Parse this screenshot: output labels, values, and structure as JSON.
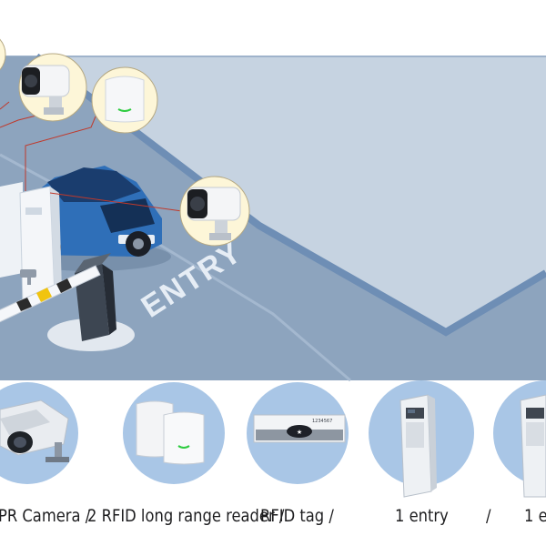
{
  "scene": {
    "road_marking": "ENTRY",
    "colors": {
      "top_band": "#ffffff",
      "plaza": "#c6d3e1",
      "road": "#8da4be",
      "road_border": "#6e8eb5",
      "car_body": "#2f6fb8",
      "car_dark": "#1a3d6e",
      "gate_arm_stripe": "#f1c40f",
      "connector_line": "#c0392b",
      "icon_circle": "#a9c6e6",
      "rfid_led": "#2ecc40"
    }
  },
  "callouts": [
    {
      "icon": "lpr-camera-icon"
    },
    {
      "icon": "rfid-reader-icon"
    },
    {
      "icon": "lpr-camera-icon"
    }
  ],
  "product_icons": [
    {
      "icon": "lpr-camera-icon"
    },
    {
      "icon": "rfid-long-range-reader-icon"
    },
    {
      "icon": "rfid-tag-icon",
      "tag_number": "1234567"
    },
    {
      "icon": "entry-terminal-icon"
    },
    {
      "icon": "exit-terminal-icon"
    }
  ],
  "captions": {
    "camera": "PR Camera /",
    "reader": "2 RFID long range reader /",
    "tag": "RFID tag /",
    "entry": "1 entry",
    "slash": "/",
    "exit": "1 e"
  }
}
